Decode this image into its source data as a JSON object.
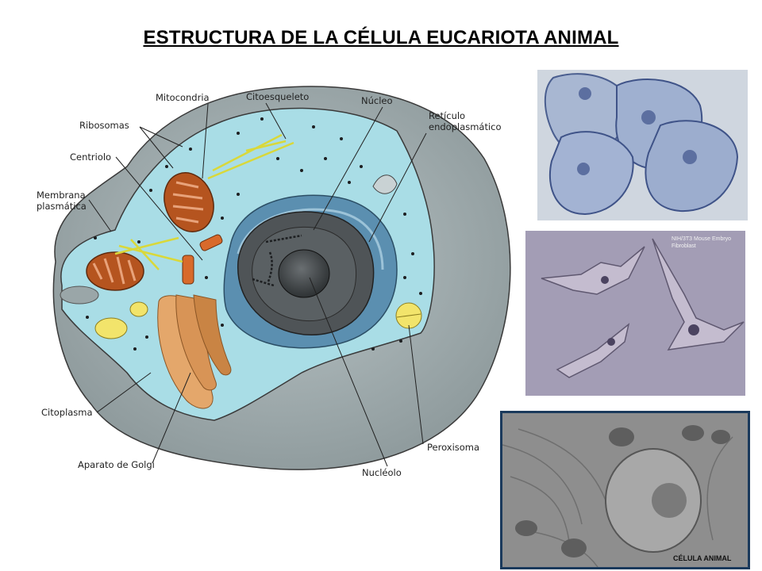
{
  "title": "ESTRUCTURA DE LA CÉLULA EUCARIOTA ANIMAL",
  "labels": {
    "mitocondria": "Mitocondria",
    "citoesqueleto": "Citoesqueleto",
    "nucleo": "Núcleo",
    "reticulo_1": "Retículo",
    "reticulo_2": "endoplasmático",
    "ribosomas": "Ribosomas",
    "centriolo": "Centriolo",
    "membrana_1": "Membrana",
    "membrana_2": "plasmática",
    "citoplasma": "Citoplasma",
    "aparato_golgi": "Aparato de Golgi",
    "nucleolo": "Nucléolo",
    "peroxisoma": "Peroxisoma"
  },
  "photos": {
    "fibroblast_caption_1": "NIH/3T3 Mouse Embryo",
    "fibroblast_caption_2": "Fibroblast",
    "em_caption": "CÉLULA ANIMAL"
  },
  "colors": {
    "cytoplasm": "#a9dde6",
    "outer_cell": "#9aa6a8",
    "mitochondria": "#b5541f",
    "golgi": "#e4a76b",
    "peroxisome": "#f2e46b",
    "nucleus": "#4f5457",
    "er": "#5b8fb0"
  }
}
